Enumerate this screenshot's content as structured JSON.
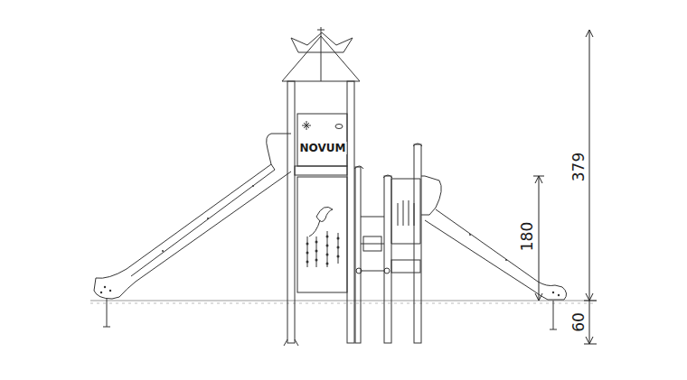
{
  "diagram": {
    "labels": [
      "NOVUM",
      "379",
      "180",
      "60"
    ]
  }
}
